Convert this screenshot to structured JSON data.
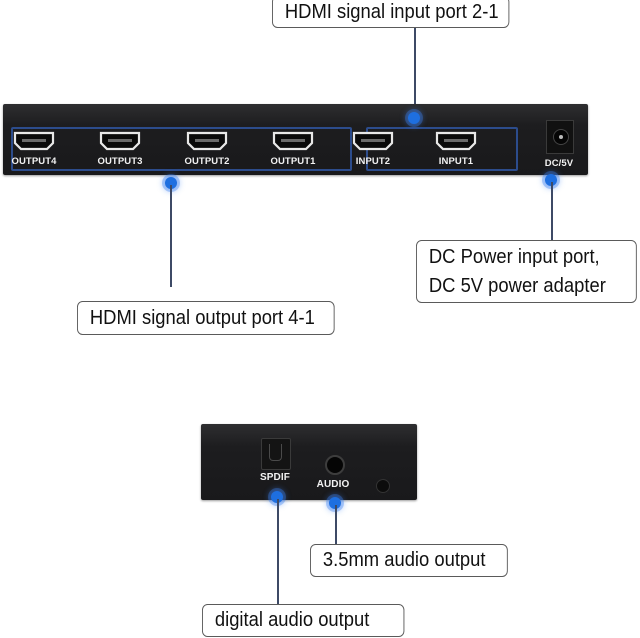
{
  "callouts": {
    "input": "HDMI signal input port 2-1",
    "output": "HDMI signal output port 4-1",
    "power_line1": "DC Power input port,",
    "power_line2": "DC 5V power adapter",
    "analog_audio": "3.5mm audio output",
    "digital_audio": "digital audio output"
  },
  "rear_panel": {
    "ports": [
      {
        "label": "OUTPUT4",
        "icon": "hdmi-port-icon"
      },
      {
        "label": "OUTPUT3",
        "icon": "hdmi-port-icon"
      },
      {
        "label": "OUTPUT2",
        "icon": "hdmi-port-icon"
      },
      {
        "label": "OUTPUT1",
        "icon": "hdmi-port-icon"
      },
      {
        "label": "INPUT2",
        "icon": "hdmi-port-icon"
      },
      {
        "label": "INPUT1",
        "icon": "hdmi-port-icon"
      }
    ],
    "power_label": "DC/5V"
  },
  "side_panel": {
    "spdif_label": "SPDIF",
    "audio_label": "AUDIO"
  },
  "colors": {
    "device_body": "#1d1d1f",
    "group_frame": "#2c4c8c",
    "dot": "#1e6fe0",
    "leader_line": "#3d4a66"
  }
}
